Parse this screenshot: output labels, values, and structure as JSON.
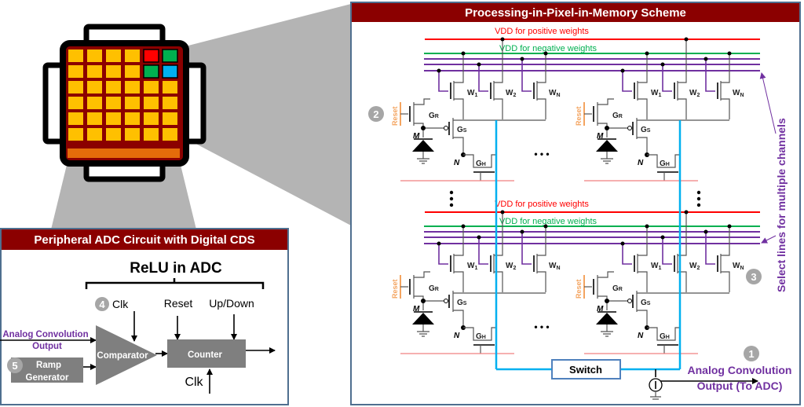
{
  "colors": {
    "header_bg": "#8b0000",
    "panel_border": "#4f6f8f",
    "vdd_positive": "#ff0000",
    "vdd_negative": "#00b050",
    "select_lines": "#7030a0",
    "output_line": "#00b0f0",
    "reset_label": "#f4a460",
    "block_gray": "#7f7f7f",
    "pixel_cell": "#ffc000",
    "chip_bar": "#e46c0a"
  },
  "chip": {
    "highlight_cells": [
      "#ff0000",
      "#00b050",
      "#00b050",
      "#00b0f0"
    ]
  },
  "pim_panel": {
    "title": "Processing-in-Pixel-in-Memory Scheme",
    "vdd_positive_label": "VDD for positive weights",
    "vdd_negative_label": "VDD for negative weights",
    "select_lines_label": "Select lines for multiple channels",
    "cell": {
      "reset": "Reset",
      "M": "M",
      "N": "N",
      "GR": {
        "main": "G",
        "sub": "R"
      },
      "GS": {
        "main": "G",
        "sub": "S"
      },
      "GH": {
        "main": "G",
        "sub": "H"
      },
      "W1": {
        "main": "W",
        "sub": "1"
      },
      "W2": {
        "main": "W",
        "sub": "2"
      },
      "WN": {
        "main": "W",
        "sub": "N"
      }
    },
    "ellipsis": "• • •",
    "switch_label": "Switch",
    "output_label_1": "Analog Convolution",
    "output_label_2": "Output (To ADC)",
    "step_markers": [
      "1",
      "2",
      "3"
    ]
  },
  "adc_panel": {
    "title": "Peripheral ADC Circuit with Digital CDS",
    "relu_label": "ReLU in ADC",
    "clk_label": "Clk",
    "reset_label": "Reset",
    "updown_label": "Up/Down",
    "input_label_1": "Analog Convolution",
    "input_label_2": "Output",
    "comparator_label": "Comparator",
    "counter_label": "Counter",
    "ramp_label_1": "Ramp",
    "ramp_label_2": "Generator",
    "counter_clk_label": "Clk",
    "step_markers": [
      "4",
      "5"
    ]
  }
}
